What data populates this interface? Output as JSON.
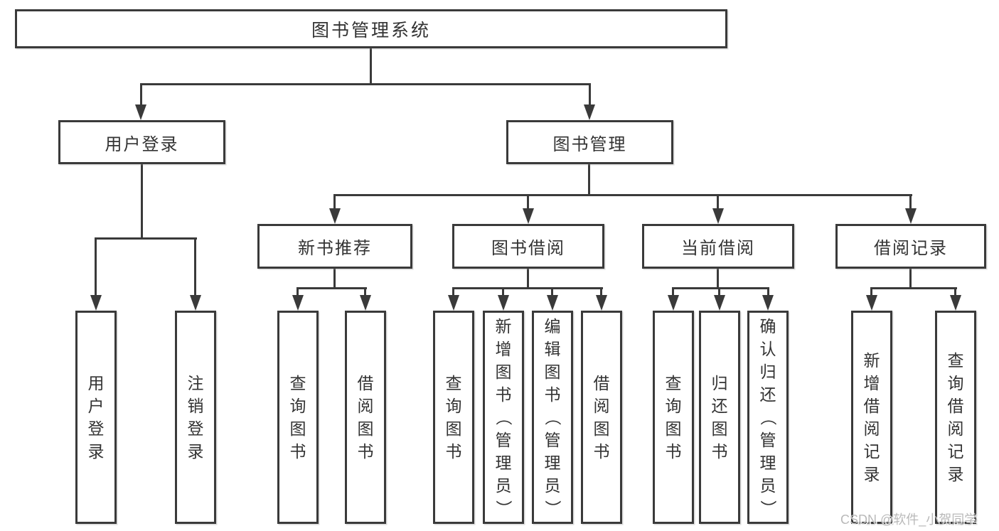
{
  "diagram": {
    "type": "tree-structure-chart",
    "background": "#ffffff",
    "line_color": "#3a3a3a",
    "text_color": "#333333",
    "watermark": {
      "text": "CSDN @软件_小贺同学",
      "color": "#b9b9b9"
    },
    "tree": {
      "root": "图书管理系统",
      "children": [
        {
          "label": "用户登录",
          "children": [
            "用户登录",
            "注销登录"
          ]
        },
        {
          "label": "图书管理",
          "children": [
            {
              "label": "新书推荐",
              "children": [
                "查询图书",
                "借阅图书"
              ]
            },
            {
              "label": "图书借阅",
              "children": [
                "查询图书",
                "新增图书（管理员）",
                "编辑图书（管理员）",
                "借阅图书"
              ]
            },
            {
              "label": "当前借阅",
              "children": [
                "查询图书",
                "归还图书",
                "确认归还（管理员）"
              ]
            },
            {
              "label": "借阅记录",
              "children": [
                "新增借阅记录",
                "查询借阅记录"
              ]
            }
          ]
        }
      ]
    }
  }
}
